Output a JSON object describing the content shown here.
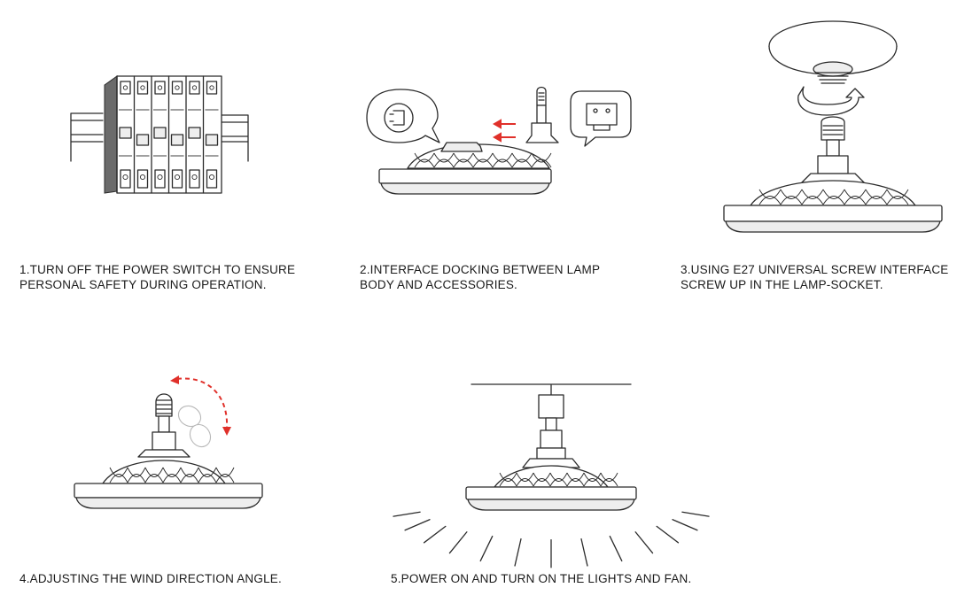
{
  "steps": [
    {
      "caption": "1.TURN OFF THE POWER SWITCH TO ENSURE\nPERSONAL SAFETY DURING OPERATION.",
      "illustration": "circuit-breaker"
    },
    {
      "caption": "2.INTERFACE DOCKING BETWEEN LAMP\nBODY AND ACCESSORIES.",
      "illustration": "lamp-interface-docking"
    },
    {
      "caption": "3.USING E27 UNIVERSAL SCREW INTERFACE\nSCREW UP IN THE LAMP-SOCKET.",
      "illustration": "screw-into-socket"
    },
    {
      "caption": "4.ADJUSTING THE WIND DIRECTION ANGLE.",
      "illustration": "adjust-angle"
    },
    {
      "caption": "5.POWER ON AND TURN ON THE LIGHTS AND FAN.",
      "illustration": "lamp-powered-on"
    }
  ],
  "colors": {
    "line": "#2b2b2b",
    "arrow": "#e0302a",
    "breaker_side": "#6b6b6b",
    "lamp_edge": "#e6e6e6"
  }
}
